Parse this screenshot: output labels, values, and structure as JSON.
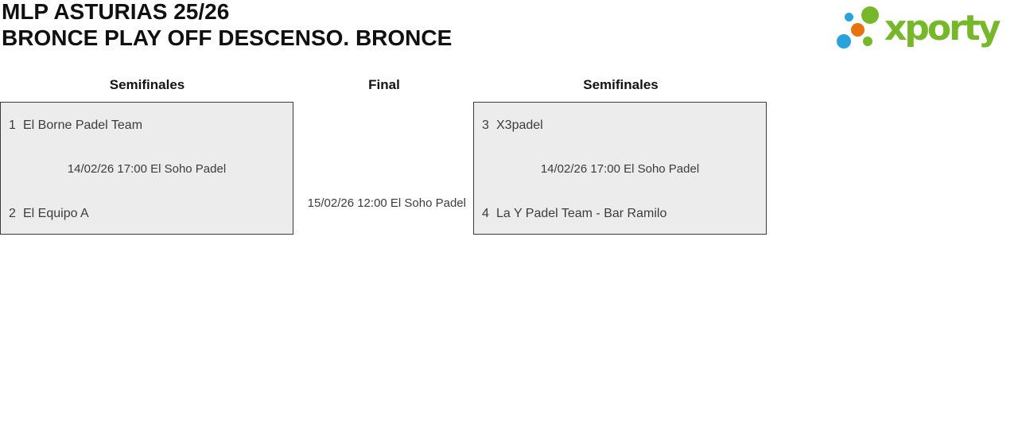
{
  "header": {
    "title_line1": "MLP ASTURIAS 25/26",
    "title_line2": "BRONCE PLAY OFF DESCENSO. BRONCE",
    "logo_text": "xporty"
  },
  "colors": {
    "logo_green": "#76B82A",
    "logo_blue": "#29A3DC",
    "logo_orange": "#E8730E",
    "box_background": "#ECECEC",
    "box_border": "#3B3B3B",
    "body_text": "#3C3C3C"
  },
  "bracket": {
    "columns": [
      {
        "label": "Semifinales"
      },
      {
        "label": "Final"
      },
      {
        "label": "Semifinales"
      }
    ],
    "matches": [
      {
        "round": "Semifinales",
        "team1_seed": "1",
        "team1_name": "El Borne Padel Team",
        "schedule": "14/02/26 17:00 El Soho Padel",
        "team2_seed": "2",
        "team2_name": "El Equipo A"
      },
      {
        "round": "Final",
        "schedule": "15/02/26 12:00 El Soho Padel"
      },
      {
        "round": "Semifinales",
        "team1_seed": "3",
        "team1_name": "X3padel",
        "schedule": "14/02/26 17:00 El Soho Padel",
        "team2_seed": "4",
        "team2_name": "La Y Padel Team - Bar Ramilo"
      }
    ]
  }
}
